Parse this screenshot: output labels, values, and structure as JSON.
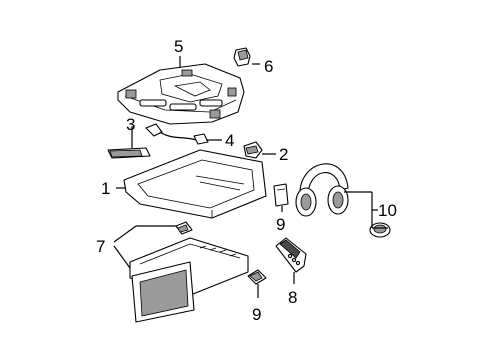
{
  "diagram": {
    "callouts": {
      "c1": "1",
      "c2": "2",
      "c3": "3",
      "c4": "4",
      "c5": "5",
      "c6": "6",
      "c7": "7",
      "c8": "8",
      "c9a": "9",
      "c9b": "9",
      "c10": "10"
    },
    "parts": [
      "mounting-bracket",
      "clip",
      "trim-piece",
      "wire-harness",
      "console-housing",
      "retainer-clip",
      "video-screen-assembly",
      "remote-control",
      "battery-cover",
      "wireless-headphones"
    ]
  }
}
